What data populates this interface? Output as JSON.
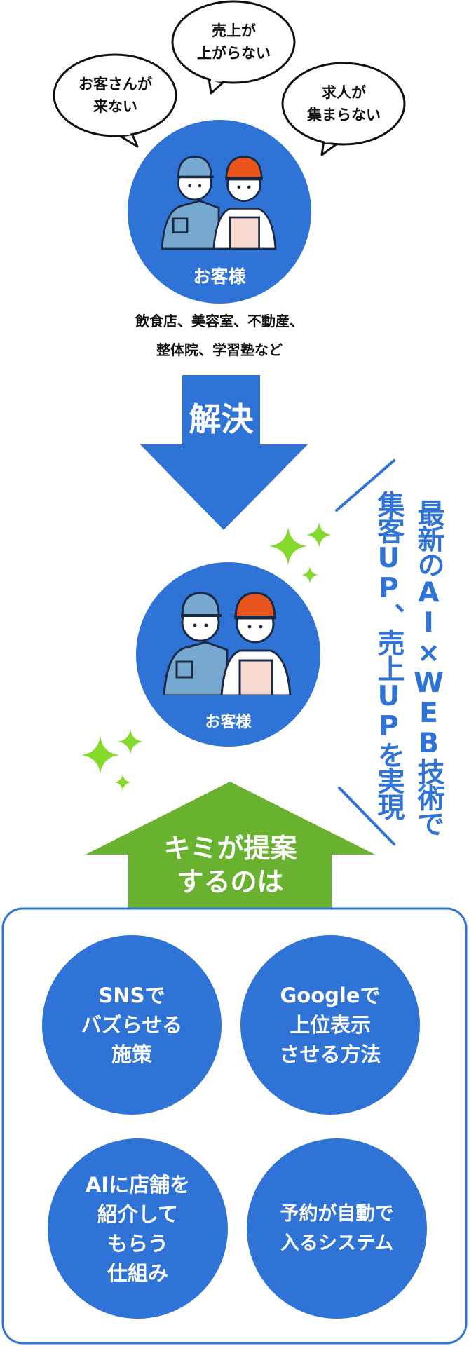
{
  "bubbles": [
    {
      "text": "お客さんが\n来ない"
    },
    {
      "text": "売上が\n上がらない"
    },
    {
      "text": "求人が\n集まらない"
    }
  ],
  "customer_before": {
    "label": "お客様",
    "businesses_line1": "飲食店、美容室、不動産、",
    "businesses_line2": "整体院、学習塾など"
  },
  "solve_arrow": {
    "label": "解決"
  },
  "tagline": {
    "line1": "最新のAI×WEB技術で",
    "line2": "集客UP、売上UPを実現"
  },
  "customer_after": {
    "label": "お客様"
  },
  "propose_arrow": {
    "line1": "キミが提案",
    "line2": "するのは"
  },
  "options": [
    {
      "text": "SNSで\nバズらせる\n施策"
    },
    {
      "text": "Googleで\n上位表示\nさせる方法"
    },
    {
      "text": "AIに店舗を\n紹介して\nもらう\n仕組み"
    },
    {
      "text": "予約が自動で\n入るシステム"
    }
  ],
  "colors": {
    "blue": "#2F73D7",
    "green": "#68B22F",
    "sparkle": "#84D92B",
    "cap_orange": "#E8541C",
    "jacket": "#77A8CF"
  }
}
